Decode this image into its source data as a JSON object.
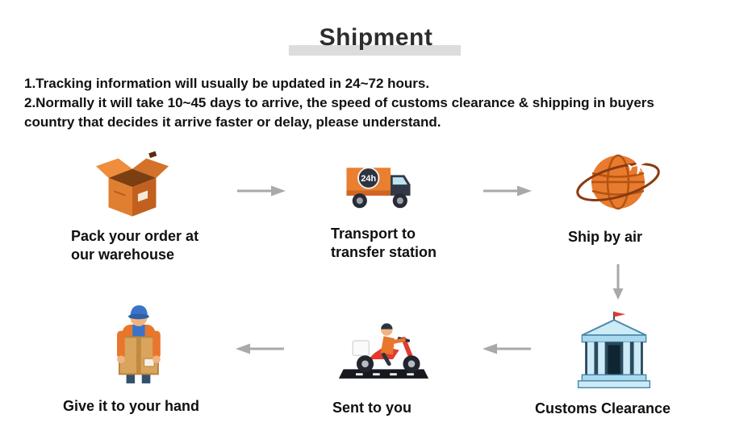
{
  "page": {
    "title": "Shipment"
  },
  "notes": {
    "line1": "1.Tracking information will usually be updated in 24~72 hours.",
    "line2": "2.Normally it will take 10~45 days to arrive, the speed of customs clearance & shipping in buyers country that decides it arrive faster or delay, please understand."
  },
  "flow": {
    "steps": [
      {
        "label": "Pack your order at\nour warehouse",
        "icon": "open-box-icon"
      },
      {
        "label": "Transport to\ntransfer station",
        "icon": "truck-24h-icon",
        "badge": "24h"
      },
      {
        "label": "Ship by air",
        "icon": "globe-airplane-icon"
      },
      {
        "label": "Customs Clearance",
        "icon": "customs-building-icon"
      },
      {
        "label": "Sent to you",
        "icon": "delivery-scooter-icon"
      },
      {
        "label": "Give it to your hand",
        "icon": "person-carrying-box-icon"
      }
    ]
  },
  "colors": {
    "accent_orange": "#e87b2e",
    "accent_red": "#e23b2e",
    "arrow_gray": "#a9a9a9",
    "building_blue": "#a9d9ee",
    "title_underline": "#dcdcdc"
  },
  "glyphs": {
    "airplane": "✈"
  }
}
